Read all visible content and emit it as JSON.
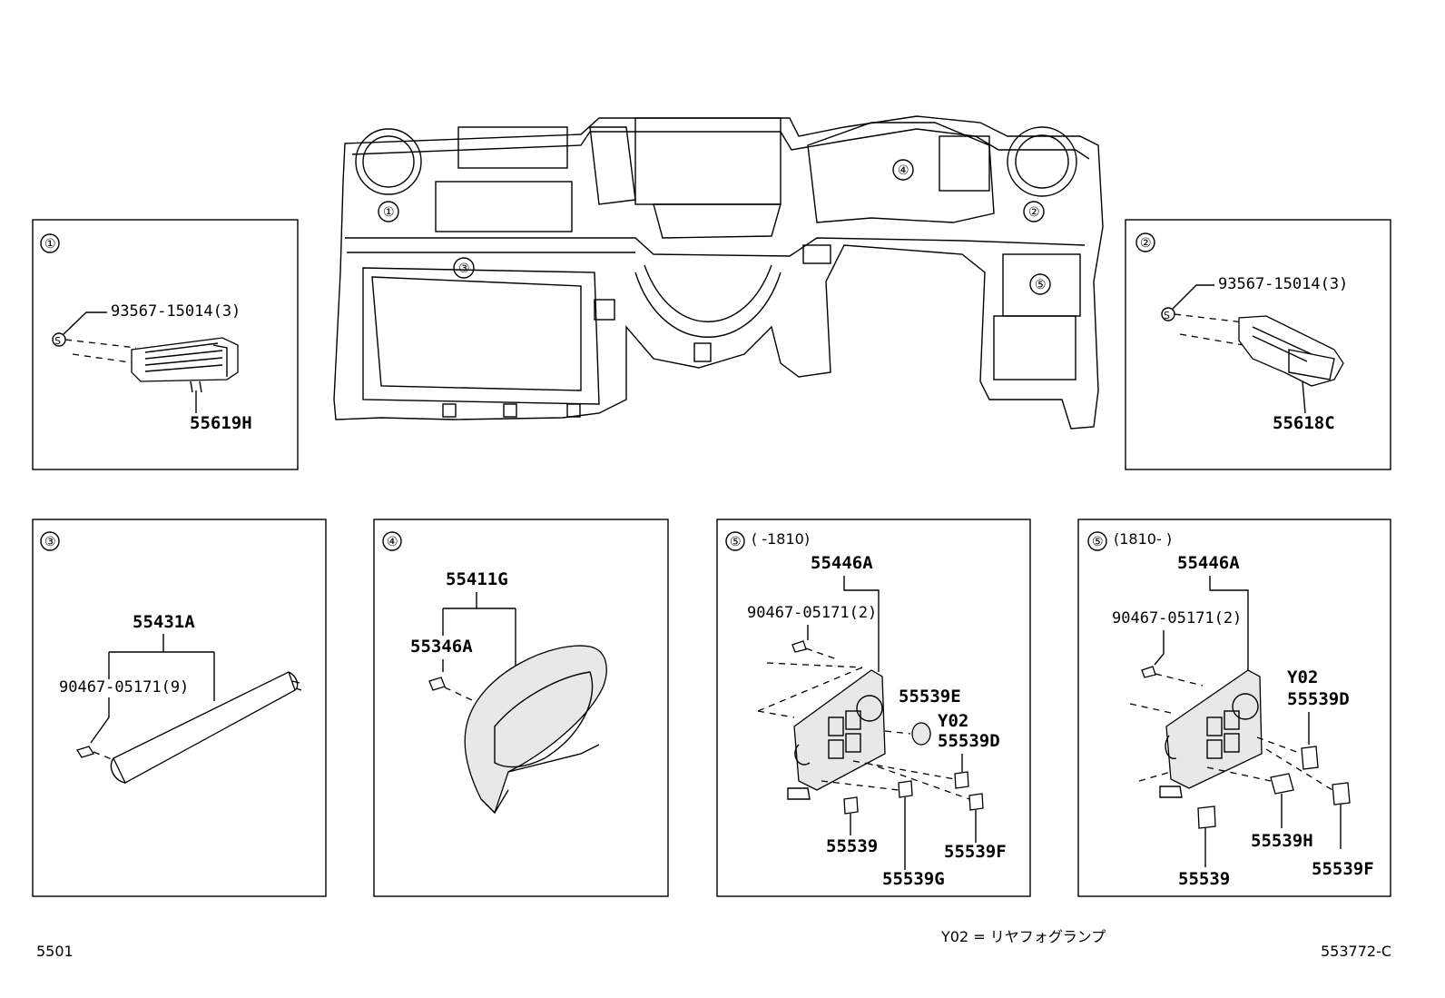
{
  "callouts": {
    "c1": "①",
    "c2": "②",
    "c3": "③",
    "c4": "④",
    "c5": "⑤"
  },
  "panel1": {
    "marker": "①",
    "clip_symbol": "S",
    "clip_part": "93567-15014(3)",
    "part": "55619H"
  },
  "panel2": {
    "marker": "②",
    "clip_symbol": "S",
    "clip_part": "93567-15014(3)",
    "part": "55618C"
  },
  "panel3": {
    "marker": "③",
    "part": "55431A",
    "clip_part": "90467-05171(9)"
  },
  "panel4": {
    "marker": "④",
    "part": "55411G",
    "sub_part": "55346A"
  },
  "panel5a": {
    "marker": "⑤",
    "range": "(      -1810)",
    "part": "55446A",
    "clip_part": "90467-05171(2)",
    "p_e": "55539E",
    "p_y02": "Y02",
    "p_d": "55539D",
    "p_base": "55539",
    "p_g": "55539G",
    "p_f": "55539F"
  },
  "panel5b": {
    "marker": "⑤",
    "range": "(1810-      )",
    "part": "55446A",
    "clip_part": "90467-05171(2)",
    "p_y02": "Y02",
    "p_d": "55539D",
    "p_base": "55539",
    "p_h": "55539H",
    "p_f": "55539F"
  },
  "footer": {
    "note": "Y02 = リヤフォグランプ",
    "page_code": "5501",
    "figure_code": "553772-C"
  }
}
